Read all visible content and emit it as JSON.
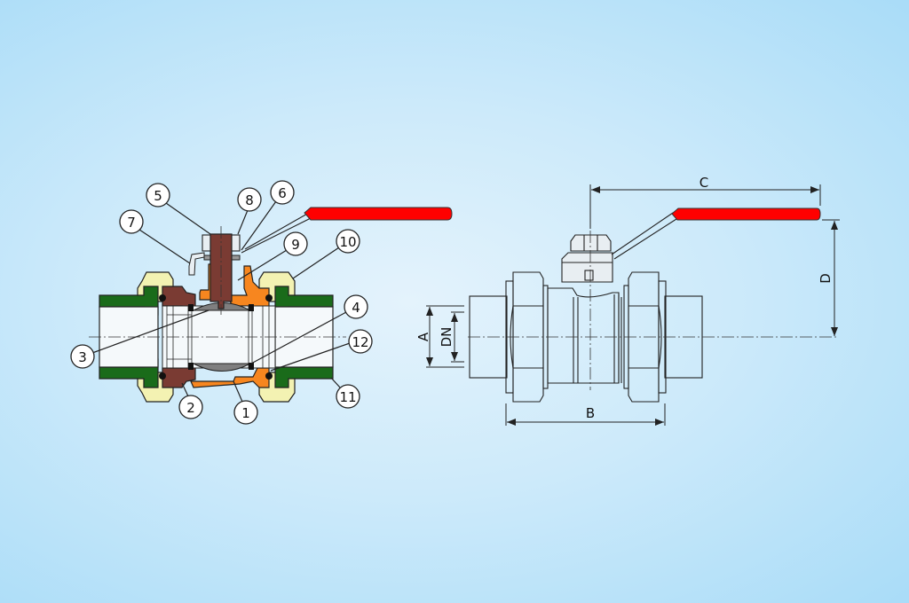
{
  "diagram": {
    "callouts": [
      "1",
      "2",
      "3",
      "4",
      "5",
      "6",
      "7",
      "8",
      "9",
      "10",
      "11",
      "12"
    ],
    "dimensions": {
      "a": "A",
      "b": "B",
      "c": "C",
      "d": "D",
      "dn": "DN"
    }
  },
  "colors": {
    "handle": "#ff0000",
    "body": "#f7861f",
    "end_pipe": "#1a6b1a",
    "nut": "#f3f2b2",
    "stem": "#7a3b33",
    "ball": "#7f7f7f"
  }
}
